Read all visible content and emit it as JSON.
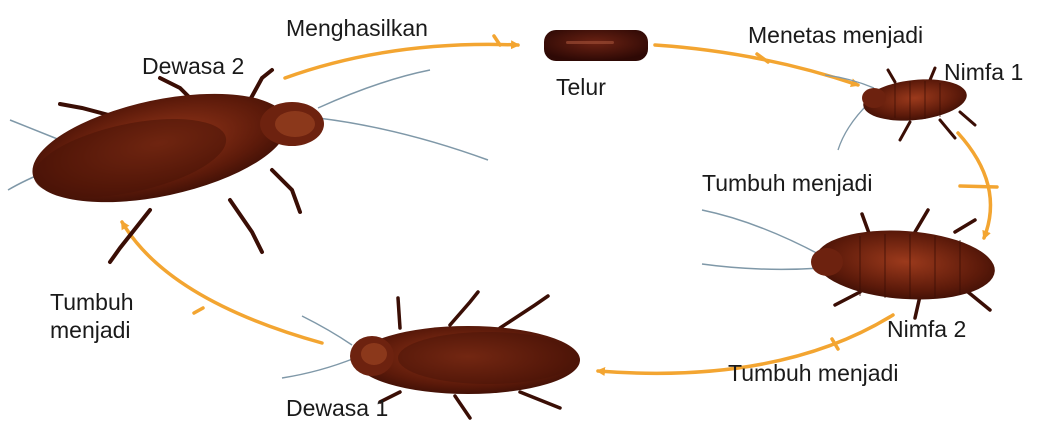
{
  "stages": {
    "egg": "Telur",
    "nymph1": "Nimfa 1",
    "nymph2": "Nimfa 2",
    "adult1": "Dewasa 1",
    "adult2": "Dewasa 2"
  },
  "transitions": {
    "adult2_to_egg": "Menghasilkan",
    "egg_to_nymph1": "Menetas menjadi",
    "nymph1_to_nymph2": "Tumbuh menjadi",
    "nymph2_to_adult1": "Tumbuh menjadi",
    "adult1_to_adult2": "Tumbuh\nmenjadi"
  },
  "colors": {
    "arrow": "#f3a531",
    "body": "#5a1a0c",
    "body_light": "#8b2e16",
    "wing": "#4a1408",
    "antenna": "#7f98a8"
  }
}
